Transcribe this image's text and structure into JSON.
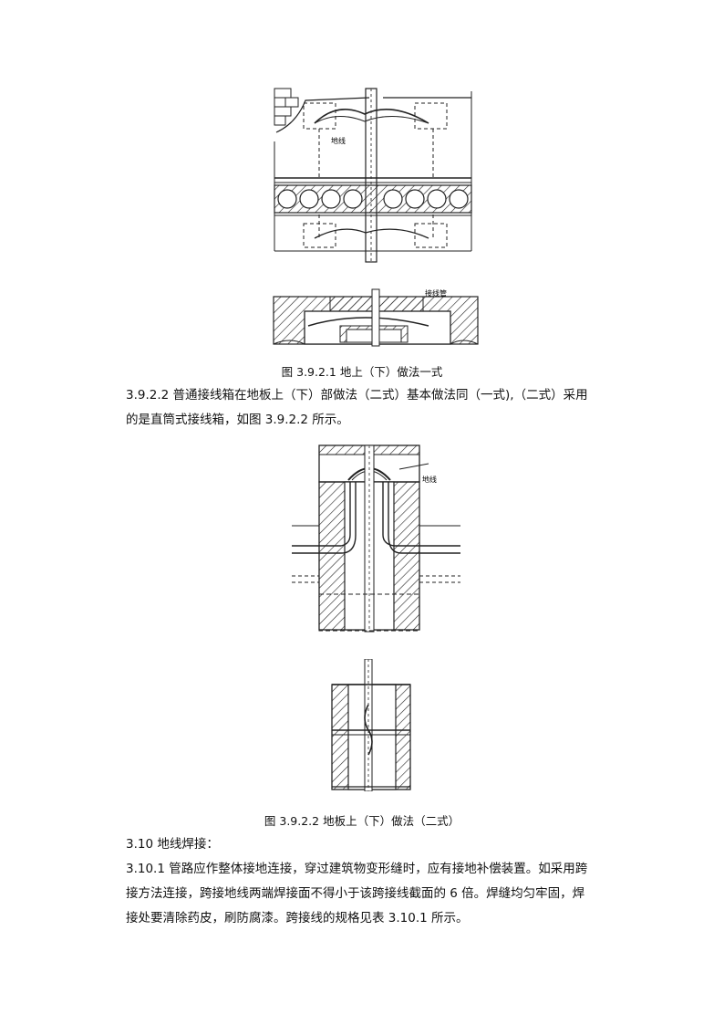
{
  "figure1": {
    "label_top": "地线",
    "label_bottom": "接线管",
    "caption": "图 3.9.2.1 地上（下）做法一式"
  },
  "para1": {
    "line1": "3.9.2.2 普通接线箱在地板上（下）部做法（二式）基本做法同（一式),（二式）采用",
    "line2": "的是直筒式接线箱，如图 3.9.2.2 所示。"
  },
  "figure2": {
    "label": "地线",
    "caption": "图 3.9.2.2 地板上（下）做法（二式）"
  },
  "section_heading": "3.10 地线焊接：",
  "para2": {
    "line1": "3.10.1 管路应作整体接地连接，穿过建筑物变形缝时，应有接地补偿装置。如采用跨",
    "line2": "接方法连接，跨接地线两端焊接面不得小于该跨接线截面的 6 倍。焊缝均匀牢固，焊",
    "line3": "接处要清除药皮，刷防腐漆。跨接线的规格见表 3.10.1 所示。"
  }
}
